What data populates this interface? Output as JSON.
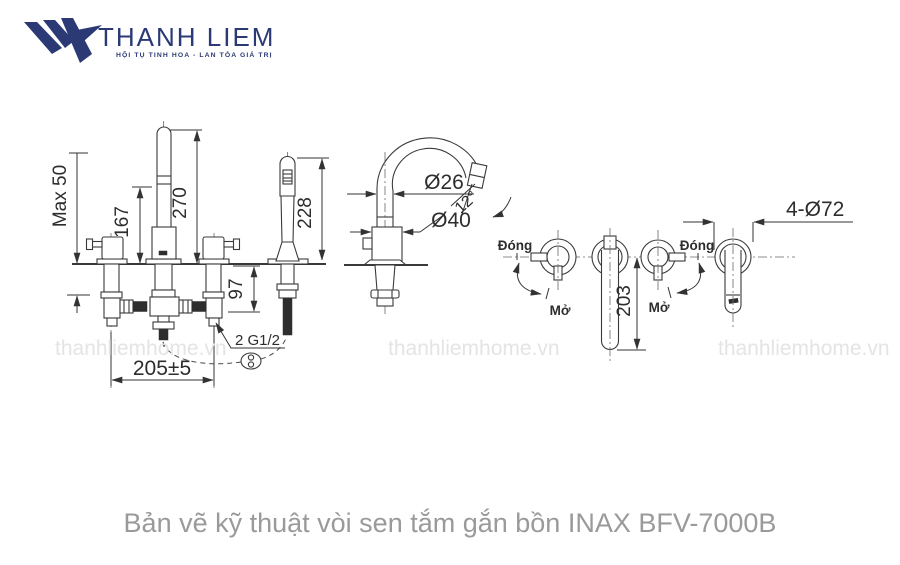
{
  "logo": {
    "name": "THANH LIEM",
    "tagline": "HỘI TỤ TINH HOA - LAN TỎA GIÁ TRỊ"
  },
  "watermark": {
    "text": "thanhliemhome.vn"
  },
  "caption": "Bản vẽ kỹ thuật vòi sen tắm gắn bồn INAX BFV-7000B",
  "colors": {
    "brand_navy": "#2b3a75",
    "line": "#3a3a3a",
    "caption_gray": "#9a9a9a",
    "watermark_gray": "#e4e4e4"
  },
  "side_view": {
    "dims": {
      "max_deck_thickness": "Max 50",
      "outlet_height": "167",
      "column_height": "270",
      "handshower_height": "228",
      "under_deck_depth": "97",
      "handle_spacing": "205±5",
      "thread_spec": "2 G1/2"
    }
  },
  "spout_view": {
    "dims": {
      "pipe_diameter": "Ø26",
      "nozzle_angle": "12°",
      "base_diameter": "Ø40"
    }
  },
  "top_view": {
    "dims": {
      "hole_diameters": "4-Ø72",
      "spout_reach": "203"
    },
    "labels": {
      "close": "Đóng",
      "open": "Mở"
    }
  }
}
